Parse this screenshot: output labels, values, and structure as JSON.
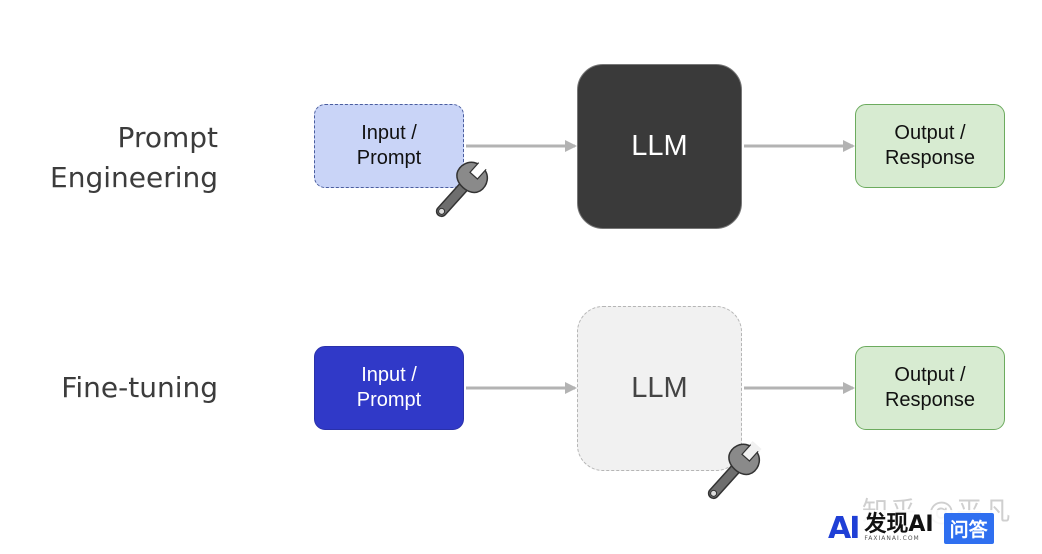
{
  "rows": [
    {
      "label": "Prompt\nEngineering",
      "input": "Input /\nPrompt",
      "model": "LLM",
      "output": "Output /\nResponse",
      "tuned_component": "input"
    },
    {
      "label": "Fine-tuning",
      "input": "Input /\nPrompt",
      "model": "LLM",
      "output": "Output /\nResponse",
      "tuned_component": "model"
    }
  ],
  "icons": [
    "wrench-icon",
    "arrow-right-icon"
  ],
  "watermark": {
    "zh_text": "知乎 @平凡",
    "brand_mark": "AI",
    "brand_name": "发现AI",
    "brand_domain": "FAXIANAI.COM",
    "brand_badge": "问答"
  },
  "colors": {
    "arrow": "#b3b3b3",
    "pe_input_fill": "#c9d4f7",
    "pe_llm_fill": "#3a3a3a",
    "ft_input_fill": "#3039c8",
    "ft_llm_fill": "#f1f1f1",
    "output_fill": "#d7ebd1",
    "output_border": "#6cab5e"
  }
}
